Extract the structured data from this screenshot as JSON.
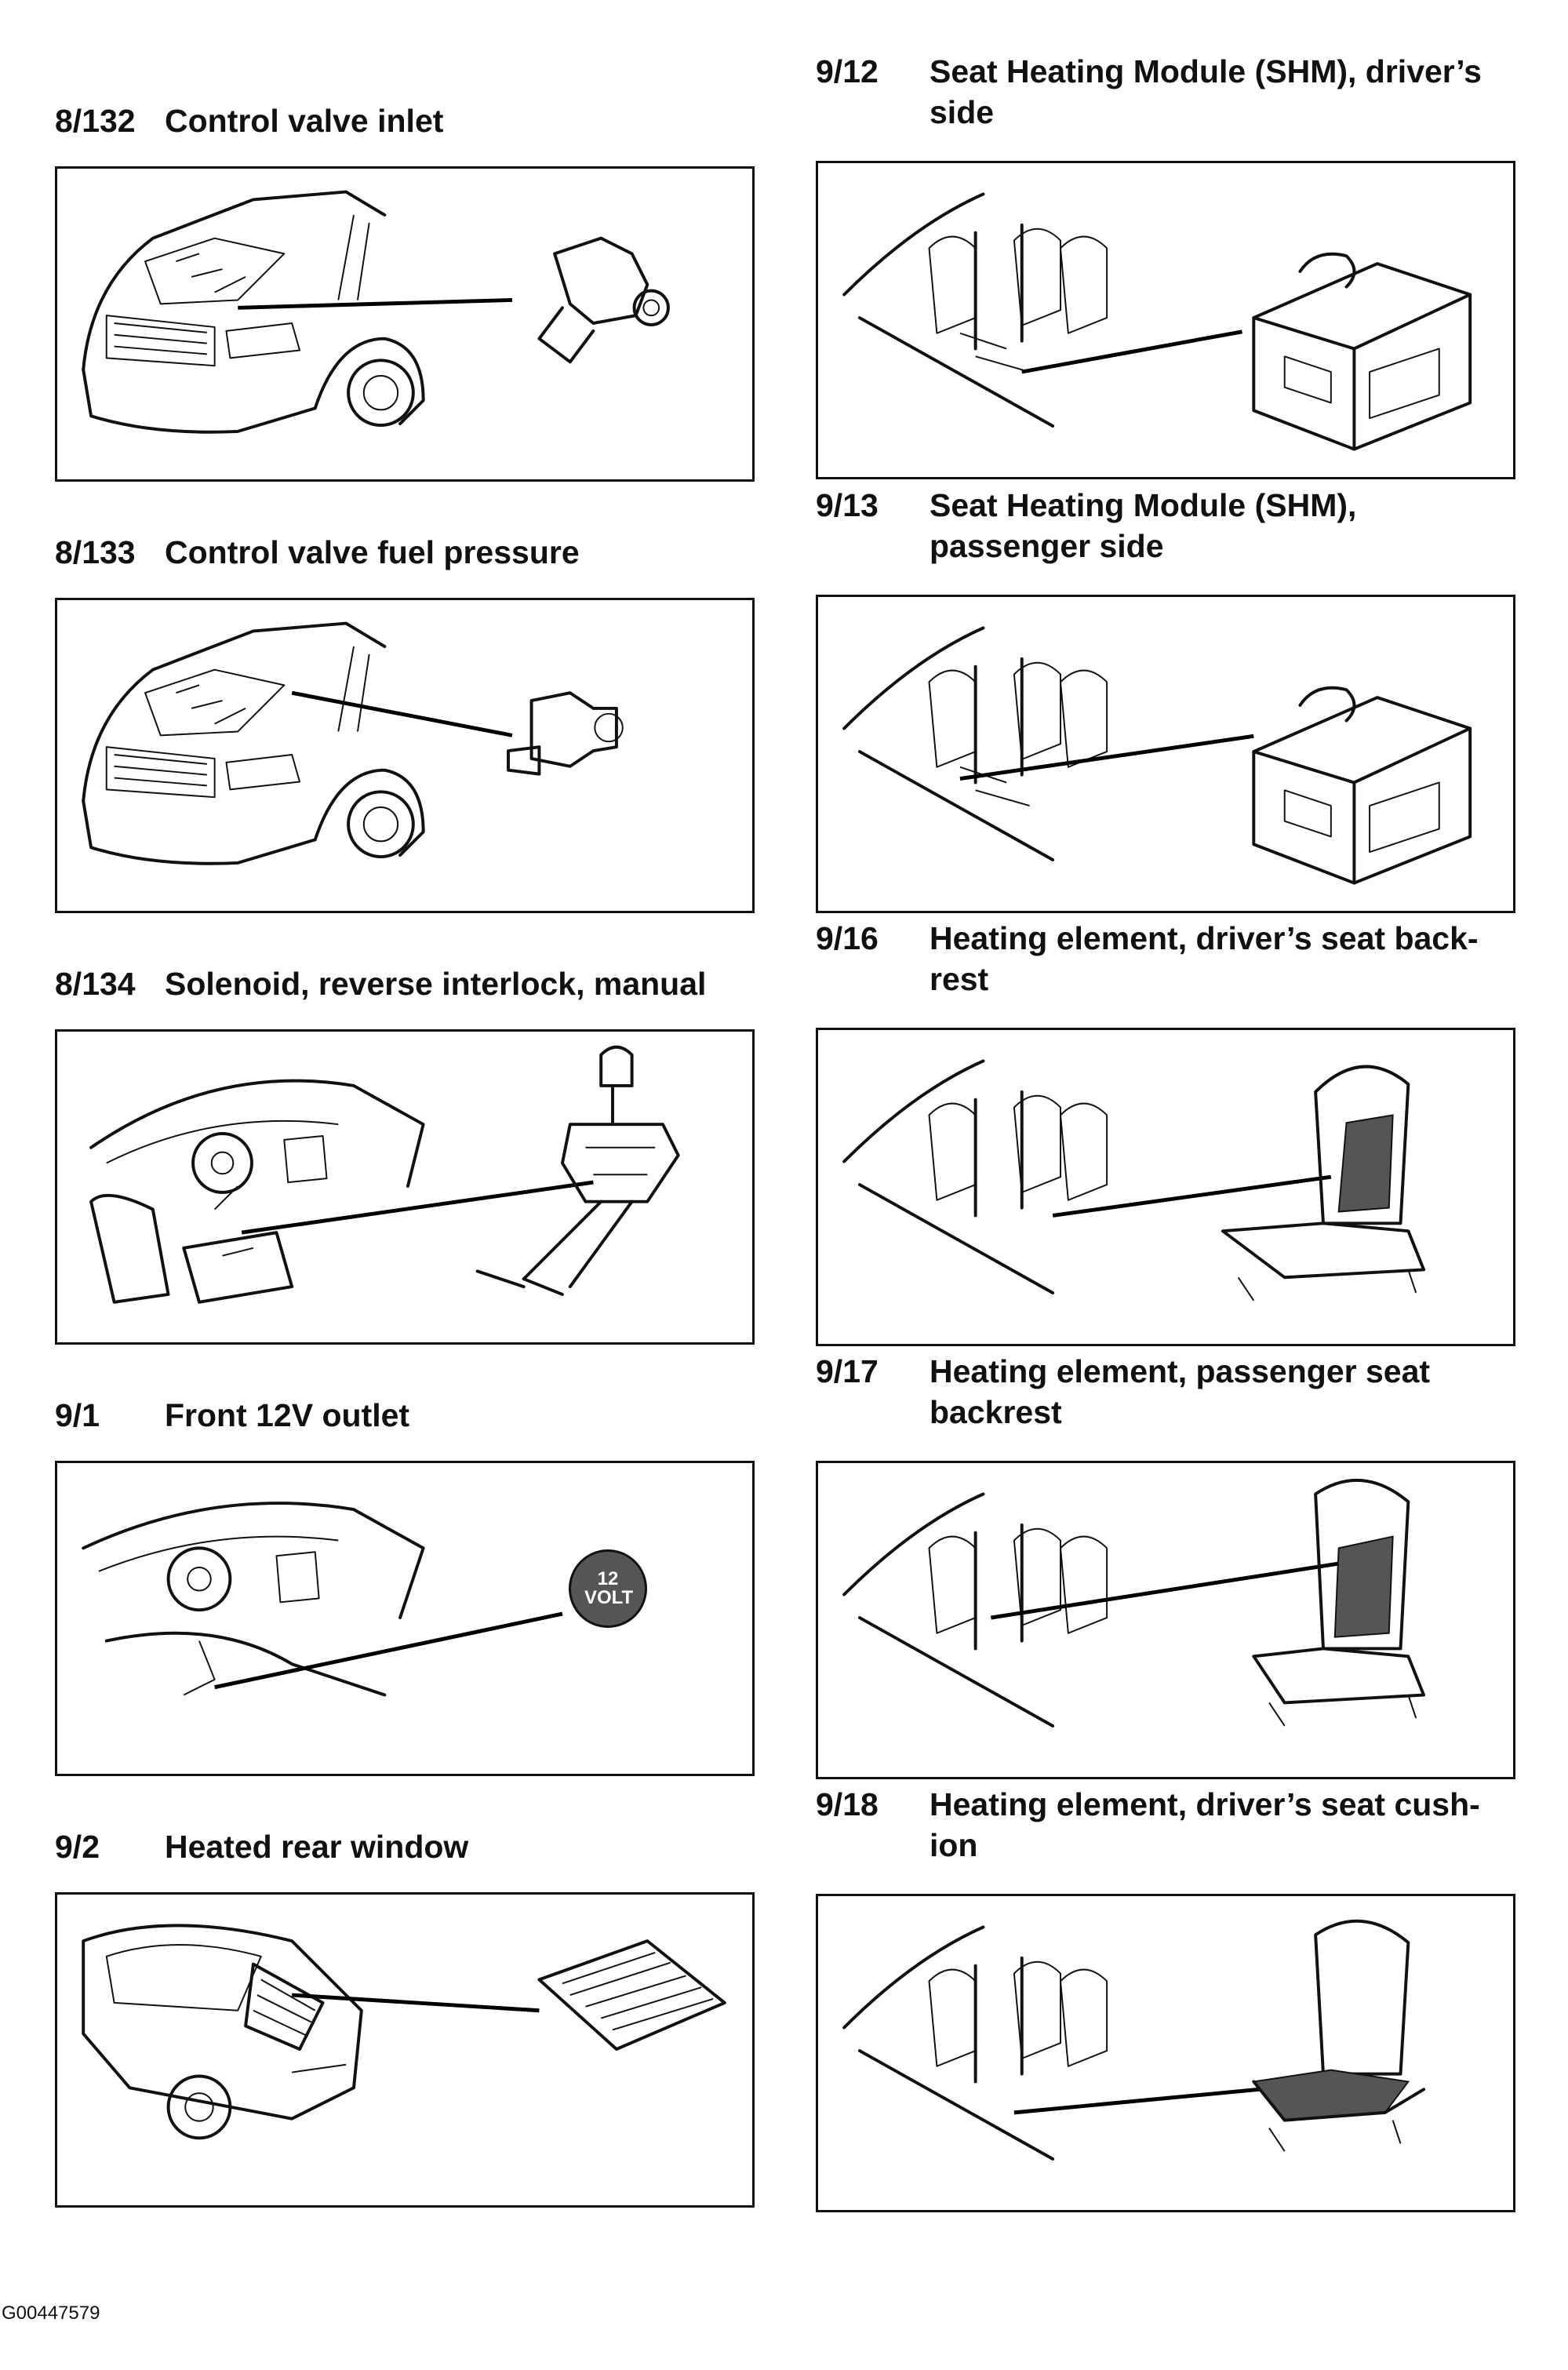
{
  "left_column": [
    {
      "number": "8/132",
      "title": "Control valve inlet",
      "figure": "engine-bay-control-valve"
    },
    {
      "number": "8/133",
      "title": "Control valve fuel pressure",
      "figure": "engine-bay-fuel-valve"
    },
    {
      "number": "8/134",
      "title": "Solenoid, reverse interlock, manual",
      "figure": "interior-gear-shifter"
    },
    {
      "number": "9/1",
      "title": "Front 12V outlet",
      "figure": "interior-12v-socket"
    },
    {
      "number": "9/2",
      "title": "Heated rear window",
      "figure": "car-rear-window"
    }
  ],
  "right_column": [
    {
      "number": "9/12",
      "title": "Seat Heating Module (SHM), driver’s side",
      "figure": "seats-module"
    },
    {
      "number": "9/13",
      "title": "Seat Heating Module (SHM), passenger side",
      "figure": "seats-module"
    },
    {
      "number": "9/16",
      "title": "Heating element, driver’s seat back-rest",
      "figure": "seat-backrest"
    },
    {
      "number": "9/17",
      "title": "Heating element, passenger seat backrest",
      "figure": "seat-backrest"
    },
    {
      "number": "9/18",
      "title": "Heating element, driver’s seat cush-ion",
      "figure": "seat-cushion"
    }
  ],
  "socket_label": "12 VOLT",
  "document_code": "G00447579"
}
